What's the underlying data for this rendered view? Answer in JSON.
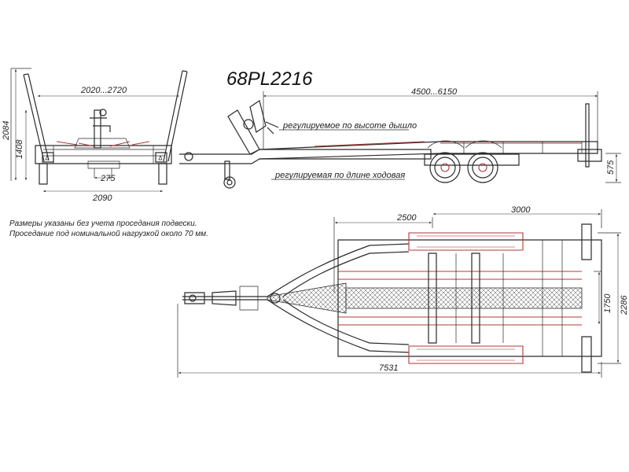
{
  "title": "68PL2216",
  "front_view": {
    "width_range": "2020...2720",
    "total_height": "2084",
    "frame_height": "1408",
    "track": "2090",
    "axle_offset": "275"
  },
  "side_view": {
    "bed_length": "4500...6150",
    "ground_height": "575",
    "note_height": "регулируемое по высоте дышло",
    "note_length": "регулируемая по длине ходовая"
  },
  "plan_view": {
    "dim_a": "2500",
    "dim_b": "3000",
    "inner_width": "1750",
    "total_width": "2286",
    "total_length": "7531"
  },
  "notes": [
    "Размеры указаны без учета проседания подвески.",
    "Проседание под номинальной нагрузкой около 70 мм."
  ],
  "colors": {
    "line": "#2a2a2a",
    "accent": "#b03a3a"
  }
}
